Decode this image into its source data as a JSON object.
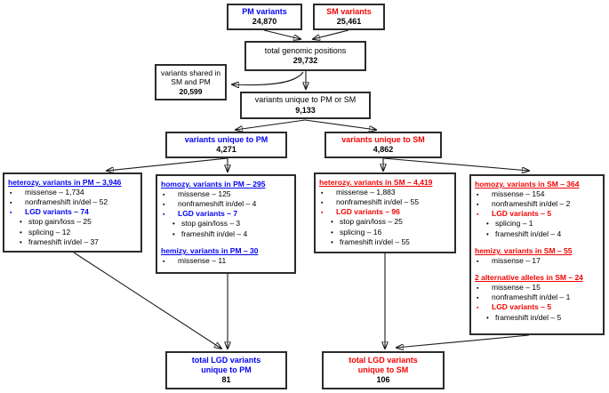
{
  "colors": {
    "pm_accent": "#0404f2",
    "sm_accent": "#f20404",
    "text": "#000000",
    "line": "#1a1a1a"
  },
  "boxes": {
    "pm_variants": {
      "title": "PM variants",
      "value": "24,870"
    },
    "sm_variants": {
      "title": "SM variants",
      "value": "25,461"
    },
    "total_genomic": {
      "title": "total genomic positions",
      "value": "29,732"
    },
    "shared": {
      "line1": "variants shared in",
      "line2": "SM and PM",
      "value": "20,599"
    },
    "unique_pm_or_sm": {
      "title": "variants unique to PM or SM",
      "value": "9,133"
    },
    "unique_pm": {
      "title": "variants unique to PM",
      "value": "4,271"
    },
    "unique_sm": {
      "title": "variants unique to SM",
      "value": "4,862"
    },
    "total_lgd_pm": {
      "line1": "total LGD variants",
      "line2": "unique to PM",
      "value": "81"
    },
    "total_lgd_sm": {
      "line1": "total LGD variants",
      "line2": "unique to SM",
      "value": "106"
    },
    "het_pm": {
      "sections": [
        {
          "header": "heterozy. variants in PM – 3,946",
          "items": [
            {
              "text": "missense – 1,734",
              "level": 1,
              "accent": false
            },
            {
              "text": "nonframeshift in/del – 52",
              "level": 1,
              "accent": false
            },
            {
              "text": "LGD variants – 74",
              "level": 1,
              "accent": true
            },
            {
              "text": "stop gain/loss – 25",
              "level": 2,
              "accent": false
            },
            {
              "text": "splicing – 12",
              "level": 2,
              "accent": false
            },
            {
              "text": "frameshift in/del – 37",
              "level": 2,
              "accent": false
            }
          ]
        }
      ]
    },
    "hom_pm": {
      "sections": [
        {
          "header": "homozy. variants in PM – 295",
          "items": [
            {
              "text": "missense – 125",
              "level": 1,
              "accent": false
            },
            {
              "text": "nonframeshift in/del – 4",
              "level": 1,
              "accent": false
            },
            {
              "text": "LGD variants – 7",
              "level": 1,
              "accent": true
            },
            {
              "text": "stop gain/loss – 3",
              "level": 2,
              "accent": false
            },
            {
              "text": "frameshift in/del – 4",
              "level": 2,
              "accent": false
            }
          ]
        },
        {
          "header": "hemizy. variants in PM – 30",
          "items": [
            {
              "text": "missense – 11",
              "level": 1,
              "accent": false
            }
          ]
        }
      ]
    },
    "het_sm": {
      "sections": [
        {
          "header": "heterozy. variants in SM – 4,419",
          "items": [
            {
              "text": "missense – 1,883",
              "level": 1,
              "accent": false
            },
            {
              "text": "nonframeshift in/del – 55",
              "level": 1,
              "accent": false
            },
            {
              "text": "LGD variants – 96",
              "level": 1,
              "accent": true
            },
            {
              "text": "stop gain/loss – 25",
              "level": 2,
              "accent": false
            },
            {
              "text": "splicing – 16",
              "level": 2,
              "accent": false
            },
            {
              "text": "frameshift in/del – 55",
              "level": 2,
              "accent": false
            }
          ]
        }
      ]
    },
    "hom_sm": {
      "sections": [
        {
          "header": "homozy. variants in SM – 364",
          "items": [
            {
              "text": "missense – 154",
              "level": 1,
              "accent": false
            },
            {
              "text": "nonframeshift in/del – 2",
              "level": 1,
              "accent": false
            },
            {
              "text": "LGD variants – 5",
              "level": 1,
              "accent": true
            },
            {
              "text": "splicing – 1",
              "level": 2,
              "accent": false
            },
            {
              "text": "frameshift in/del – 4",
              "level": 2,
              "accent": false
            }
          ]
        },
        {
          "header": "hemizy. variants in SM – 55",
          "items": [
            {
              "text": "missense – 17",
              "level": 1,
              "accent": false
            }
          ]
        },
        {
          "header": "2 alternative alleles in SM – 24",
          "items": [
            {
              "text": "missense – 15",
              "level": 1,
              "accent": false
            },
            {
              "text": "nonframeshift in/del – 1",
              "level": 1,
              "accent": false
            },
            {
              "text": "LGD variants – 5",
              "level": 1,
              "accent": true
            },
            {
              "text": "frameshift in/del – 5",
              "level": 2,
              "accent": false
            }
          ]
        }
      ]
    }
  }
}
